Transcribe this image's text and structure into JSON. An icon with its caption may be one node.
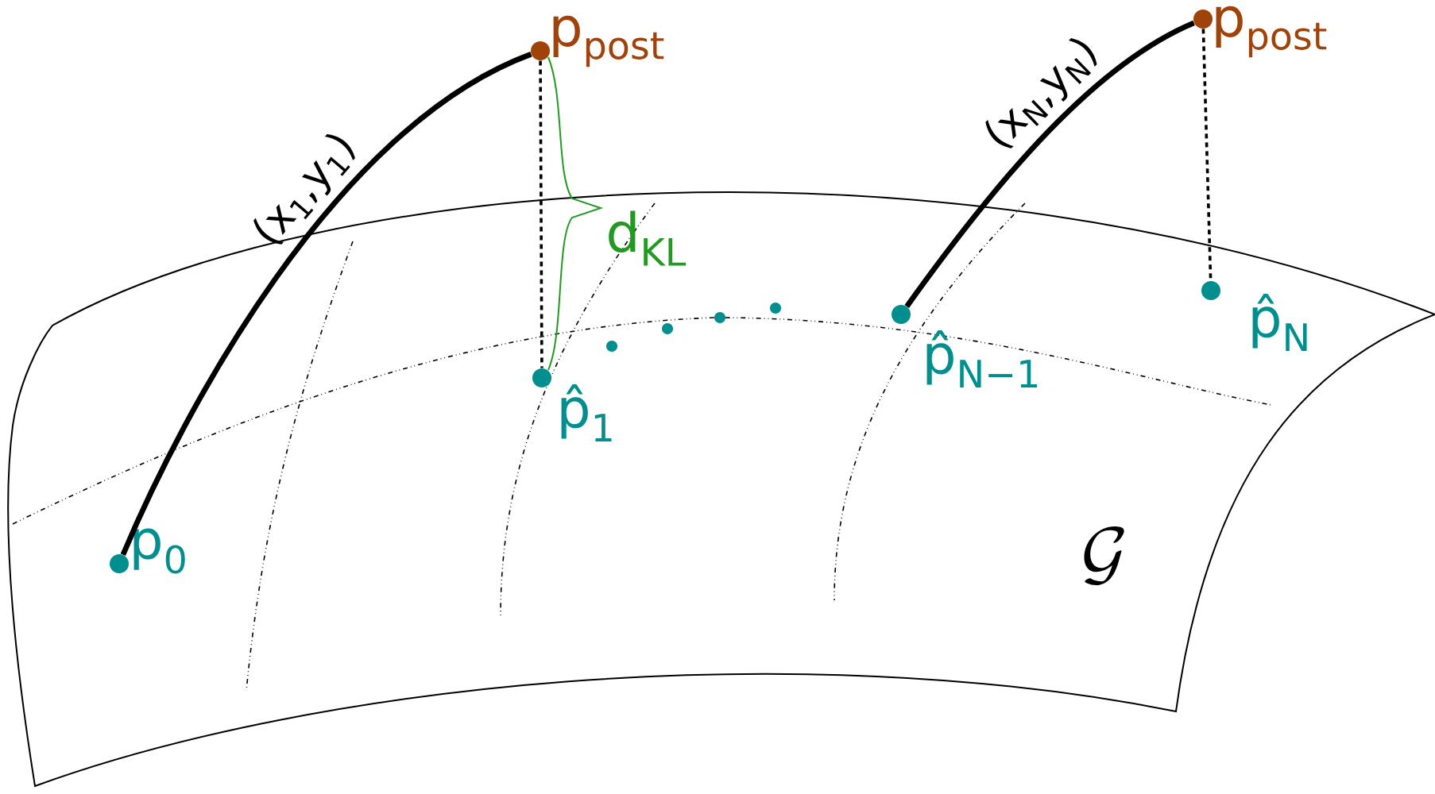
{
  "diagram": {
    "nodes": [
      {
        "text": [
          "p$_{0}$"
        ]
      },
      {
        "text": [
          "p$_{post}$"
        ]
      },
      {
        "text": [
          "p̂$_{1}$"
        ]
      },
      {
        "text": [
          "p$_{post}$"
        ]
      },
      {
        "text": [
          "p̂$_{N−1}$"
        ]
      },
      {
        "text": [
          "p̂$_{N}$"
        ]
      }
    ],
    "edges": [
      {
        "from": 0,
        "to": 1,
        "arrow": "none",
        "label": "(x$_{1}$,y$_{1}$)",
        "style": "thick"
      },
      {
        "from": 1,
        "to": 2,
        "arrow": "none",
        "style": "dashed"
      },
      {
        "from": 4,
        "to": 3,
        "arrow": "none",
        "label": "(x$_{N}$,y$_{N}$)",
        "style": "thick"
      },
      {
        "from": 3,
        "to": 5,
        "arrow": "none",
        "style": "dashed"
      }
    ],
    "labels": [
      "d$_{KL}$",
      "\\mathcal{G}"
    ]
  }
}
